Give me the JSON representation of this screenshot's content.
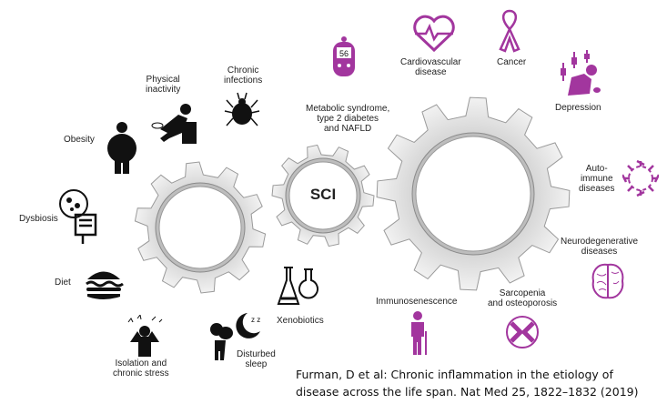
{
  "center_label": "SCI",
  "risk_factors": {
    "physical_inactivity": "Physical\ninactivity",
    "chronic_infections": "Chronic\ninfections",
    "obesity": "Obesity",
    "dysbiosis": "Dysbiosis",
    "diet": "Diet",
    "isolation_stress": "Isolation and\nchronic stress",
    "disturbed_sleep": "Disturbed\nsleep",
    "xenobiotics": "Xenobiotics"
  },
  "diseases": {
    "metabolic": "Metabolic syndrome,\ntype 2 diabetes\nand NAFLD",
    "cardiovascular": "Cardiovascular\ndisease",
    "cancer": "Cancer",
    "depression": "Depression",
    "autoimmune": "Auto-\nimmune\ndiseases",
    "neurodegenerative": "Neurodegenerative\ndiseases",
    "sarcopenia": "Sarcopenia\nand osteoporosis",
    "immunosenescence": "Immunosenescence"
  },
  "glucometer_reading": "56",
  "citation": {
    "line1": "Furman, D et al: Chronic inflammation in the etiology of",
    "line2": "disease across the life span. Nat Med 25, 1822–1832 (2019)"
  },
  "colors": {
    "accent": "#a2369e",
    "icon": "#111111",
    "gear": "#e6e6e6"
  }
}
